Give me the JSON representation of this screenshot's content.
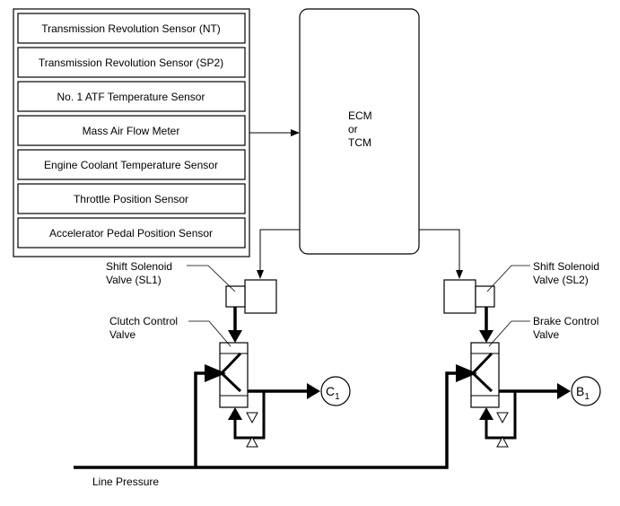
{
  "sensors": [
    "Transmission Revolution Sensor (NT)",
    "Transmission Revolution Sensor (SP2)",
    "No. 1 ATF Temperature Sensor",
    "Mass Air Flow Meter",
    "Engine Coolant Temperature Sensor",
    "Throttle Position Sensor",
    "Accelerator Pedal Position Sensor"
  ],
  "ecu": {
    "line1": "ECM",
    "line2": "or",
    "line3": "TCM"
  },
  "left": {
    "solenoid_line1": "Shift Solenoid",
    "solenoid_line2": "Valve (SL1)",
    "valve_line1": "Clutch Control",
    "valve_line2": "Valve",
    "output_letter": "C",
    "output_sub": "1"
  },
  "right": {
    "solenoid_line1": "Shift Solenoid",
    "solenoid_line2": "Valve (SL2)",
    "valve_line1": "Brake Control",
    "valve_line2": "Valve",
    "output_letter": "B",
    "output_sub": "1"
  },
  "line_pressure": "Line Pressure"
}
